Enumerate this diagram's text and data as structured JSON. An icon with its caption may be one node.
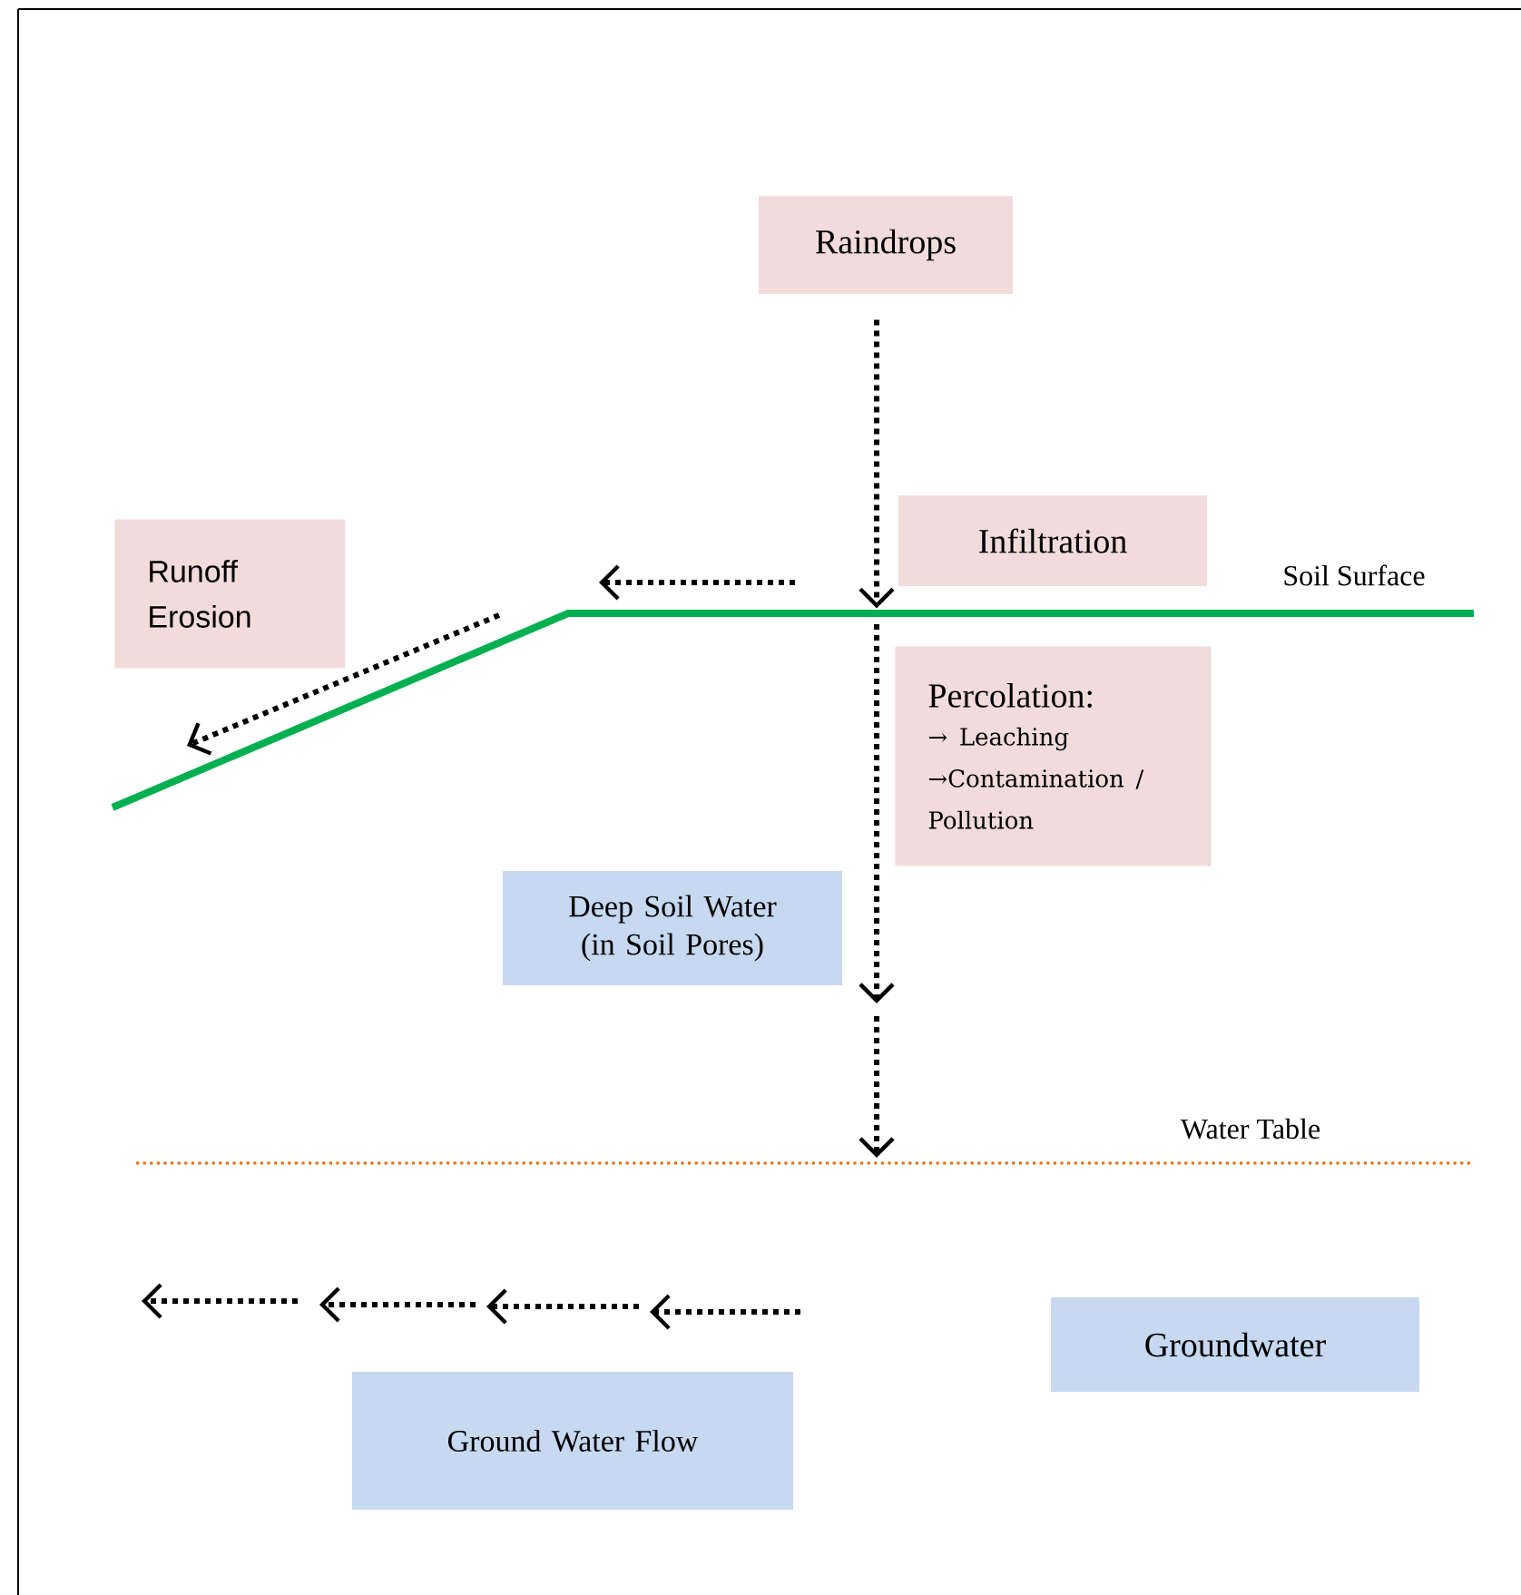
{
  "diagram": {
    "nodes": [
      {
        "text": [
          "Raindrops"
        ]
      },
      {
        "text": [
          "Infiltration"
        ]
      },
      {
        "text": [
          "Runoff Erosion"
        ]
      },
      {
        "text": [
          "Percolation:",
          "→ Leaching",
          "→Contamination / Pollution"
        ]
      },
      {
        "text": [
          "Deep Soil Water (in Soil Pores)"
        ]
      },
      {
        "text": [
          "Groundwater"
        ]
      },
      {
        "text": [
          "Ground Water Flow"
        ]
      }
    ],
    "edges": [
      {
        "from": 0,
        "to": 1,
        "arrow": "to"
      }
    ],
    "labels": [
      "Soil Surface",
      "Water Table"
    ]
  }
}
